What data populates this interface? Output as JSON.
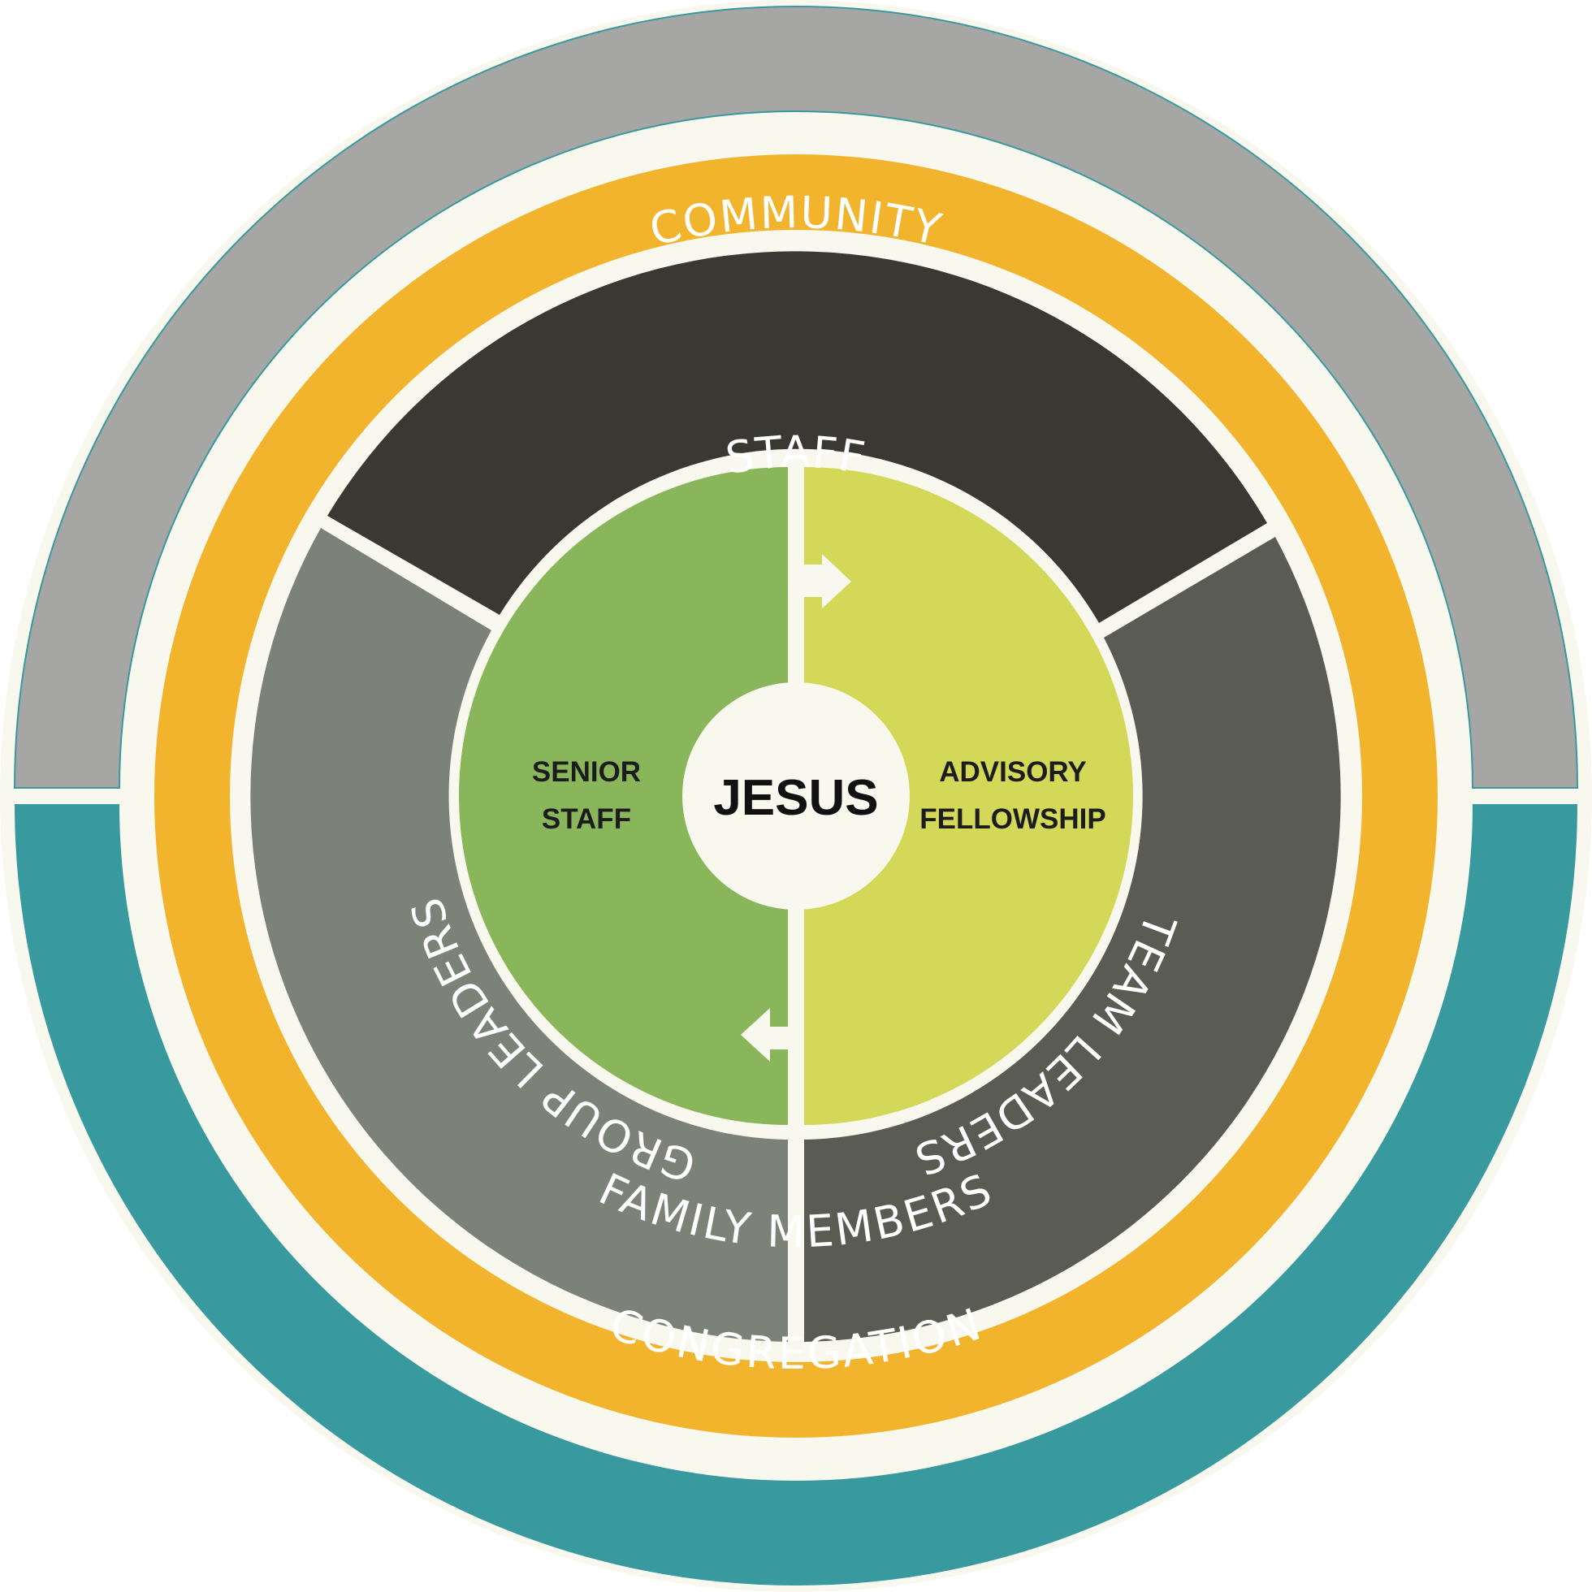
{
  "diagram": {
    "rings": {
      "community": "COMMUNITY",
      "congregation": "CONGREGATION",
      "family_members": "FAMILY MEMBERS"
    },
    "segments": {
      "staff": "STAFF",
      "group_leaders": "GROUP LEADERS",
      "team_leaders": "TEAM LEADERS"
    },
    "core": {
      "senior_staff_line1": "SENIOR",
      "senior_staff_line2": "STAFF",
      "advisory_line1": "ADVISORY",
      "advisory_line2": "FELLOWSHIP"
    },
    "center": "JESUS"
  },
  "colors": {
    "cream": "#f9f8ee",
    "community_gray": "#a6a6a5",
    "congregation_teal": "#389a9e",
    "family_gold": "#f2b42c",
    "staff_dark": "#393833",
    "group_leaders_gray": "#7d8279",
    "team_leaders_gray": "#5a5b53",
    "senior_staff_green": "#89b65a",
    "advisory_lime": "#d3d858"
  }
}
